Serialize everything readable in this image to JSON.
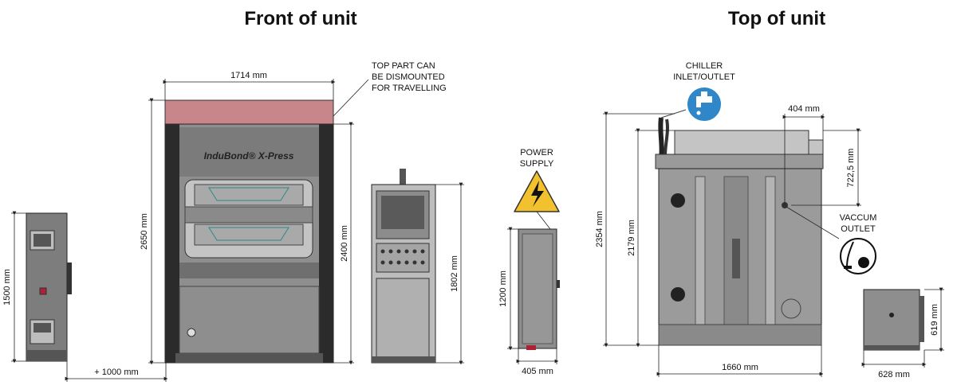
{
  "titles": {
    "front": "Front of unit",
    "top": "Top of unit"
  },
  "notes": {
    "top_part": [
      "TOP PART CAN",
      "BE DISMOUNTED",
      "FOR TRAVELLING"
    ],
    "power": [
      "POWER",
      "SUPPLY"
    ],
    "chiller": [
      "CHILLER",
      "INLET/OUTLET"
    ],
    "vaccum": [
      "VACCUM",
      "OUTLET"
    ]
  },
  "brand": "InduBond® X-Press",
  "dims": {
    "side_height": "1500 mm",
    "clearance": "+ 1000 mm",
    "press_width": "1714 mm",
    "press_height_total": "2650 mm",
    "press_height": "2400 mm",
    "cabinet_height": "1802 mm",
    "power_height": "1200 mm",
    "power_width": "405 mm",
    "top_depth_total": "2354 mm",
    "top_depth": "2179 mm",
    "top_offset": "404 mm",
    "top_protrude": "722,5 mm",
    "top_width": "1660 mm",
    "chiller_width": "628 mm",
    "chiller_height": "619 mm"
  },
  "colors": {
    "frame": "#2b2b2b",
    "panel": "#8e8e8e",
    "light": "#c4c4c4",
    "top_part": "#c8868b",
    "warning": "#f2c12e",
    "chiller_icon": "#2f86c8"
  }
}
